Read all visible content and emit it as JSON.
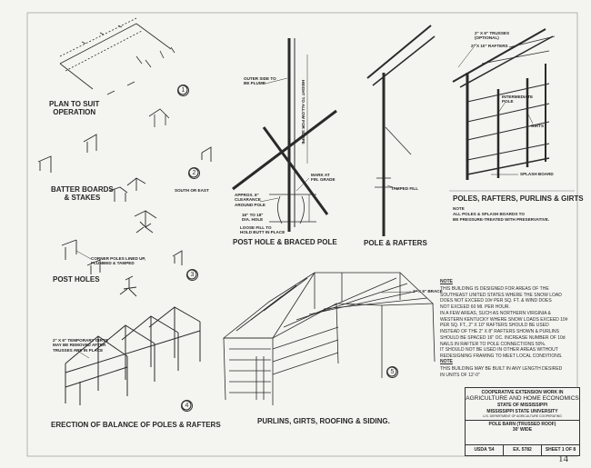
{
  "labels": {
    "plan": "PLAN TO SUIT\nOPERATION",
    "batter": "BATTER BOARDS\n& STAKES",
    "post_holes": "POST HOLES",
    "erection": "ERECTION OF BALANCE OF POLES & RAFTERS",
    "post_hole_pole": "POST HOLE & BRACED POLE",
    "pole_rafters": "POLE & RAFTERS",
    "poles_rafters_purlins": "POLES, RAFTERS, PURLINS & GIRTS",
    "purlins": "PURLINS, GIRTS, ROOFING & SIDING."
  },
  "callouts": {
    "outer_side": "OUTER SIDE TO\nBE PLUMB",
    "notch_height": "MARK AT\nFIN. GRADE",
    "height_to_allow": "HEIGHT TO ALLOW FOR SLOPE",
    "clearance": "APPROX. 6\"\nCLEARANCE\nAROUND POLE",
    "dia_hole": "16\" TO 18\"\nDIA. HOLE",
    "loose_fill": "LOOSE FILL TO\nHOLD BUTT IN PLACE",
    "tamped_fill": "TAMPED FILL",
    "south_east": "SOUTH OR EAST",
    "corner_poles": "CORNER POLES LINED UP,\nPLUMBED & TAMPED",
    "temp_girts": "2\" X 6\" TEMPORARY GIRTS\nMAY BE REMOVED AFTER\nTRUSSES ARE IN PLACE",
    "two_by_six_trusses": "2\" X 6\" TRUSSES\n(OPTIONAL)",
    "two_by_ten_rafters": "2\" X 10\" RAFTERS",
    "intermediate_pole": "INTERMEDIATE\nPOLE",
    "girts": "GIRTS",
    "splash_board": "SPLASH BOARD",
    "brace": "1\" X 6\" BRACE"
  },
  "numbers": [
    "1",
    "2",
    "3",
    "4",
    "5"
  ],
  "pole_note": "NOTE\nALL POLES & SPLASH BOARDS TO\nBE PRESSURE-TREATED WITH PRESERVATIVE.",
  "note_head": "NOTE",
  "note_lines": [
    "THIS BUILDING IS DESIGNED FOR AREAS OF THE",
    "SOUTHEAST UNITED STATES WHERE THE SNOW LOAD",
    "DOES NOT EXCEED 10# PER SQ. FT. & WIND DOES",
    "NOT EXCEED 60 MI. PER HOUR.",
    "IN A FEW AREAS, SUCH AS NORTHERN VIRGINIA &",
    "WESTERN KENTUCKY WHERE SNOW LOADS EXCEED 10#",
    "PER SQ. FT., 2\" X 10\" RAFTERS SHOULD BE USED",
    "INSTEAD OF THE 2\" X 8\" RAFTERS SHOWN & PURLINS",
    "SHOULD BE SPACED 16\" OC. INCREASE NUMBER OF 10d",
    "NAILS IN RAFTER TO POLE CONNECTIONS 50%.",
    "IT SHOULD NOT BE USED IN OTHER AREAS WITHOUT",
    "REDESIGNING FRAMING TO MEET LOCAL CONDITIONS."
  ],
  "note2_head": "NOTE",
  "note2_lines": [
    "THIS BUILDING MAY BE BUILT IN ANY LENGTH DESIRED",
    "IN UNITS OF 12'-0\""
  ],
  "titleblock": {
    "line1": "COOPERATIVE EXTENSION WORK IN",
    "line2": "AGRICULTURE AND HOME ECONOMICS",
    "line3": "STATE OF MISSISSIPPI",
    "line4": "MISSISSIPPI STATE UNIVERSITY",
    "line5": "U.S. DEPARTMENT OF AGRICULTURE COOPERATING",
    "title": "POLE BARN (TRUSSED ROOF)",
    "width": "30' WIDE",
    "usda": "USDA '54",
    "ex": "EX. 5782",
    "sheet": "SHEET 1 OF 8"
  },
  "sheet_mark": "14"
}
